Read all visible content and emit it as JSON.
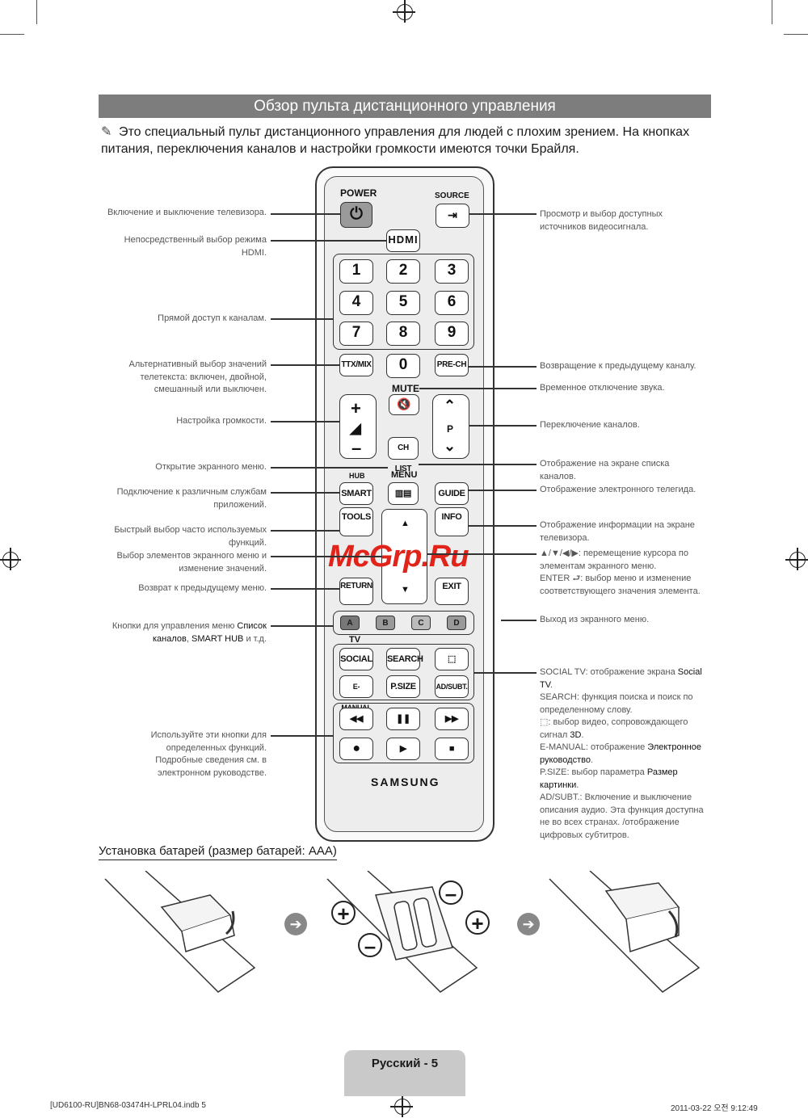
{
  "title": "Обзор пульта дистанционного управления",
  "note": "Это специальный пульт дистанционного управления для людей с плохим зрением. На кнопках питания, переключения каналов и настройки громкости имеются точки Брайля.",
  "left_labels": {
    "power": "Включение и выключение телевизора.",
    "hdmi": "Непосредственный выбор режима HDMI.",
    "channels": "Прямой доступ к каналам.",
    "ttx": "Альтернативный выбор значений телетекста: включен, двойной, смешанный или выключен.",
    "volume": "Настройка громкости.",
    "menu": "Открытие экранного меню.",
    "smart": "Подключение к различным службам приложений.",
    "tools": "Быстрый выбор часто используемых функций.",
    "select": "Выбор элементов экранного меню и изменение значений.",
    "return": "Возврат к предыдущему меню.",
    "color_pre": "Кнопки для управления меню ",
    "color_b1": "Список каналов",
    "color_mid": ", ",
    "color_b2": "SMART HUB",
    "color_post": " и т.д.",
    "media": "Используйте эти кнопки для определенных функций. Подробные сведения см. в электронном руководстве."
  },
  "right_labels": {
    "source": "Просмотр и выбор доступных источников видеосигнала.",
    "prech": "Возвращение к предыдущему каналу.",
    "mute": "Временное отключение звука.",
    "chsw": "Переключение каналов.",
    "chlist": "Отображение на экране списка каналов.",
    "guide": "Отображение электронного телегида.",
    "info": "Отображение информации на экране телевизора.",
    "nav1": "▲/▼/◀/▶: перемещение курсора по элементам экранного меню.",
    "nav2": "ENTER ⮐: выбор меню и изменение соответствующего значения элемента.",
    "exit": "Выход из экранного меню.",
    "social_k": "SOCIAL TV",
    "social_t": ": отображение экрана ",
    "social_b": "Social TV",
    "search_k": "SEARCH",
    "search_t": ": функция поиска и поиск по определенному слову.",
    "video3d_t": ": выбор видео, сопровождающего сигнал ",
    "video3d_b": "3D",
    "emanual_k": "E-MANUAL",
    "emanual_t": ": отображение ",
    "emanual_b": "Электронное руководство",
    "psize_k": "P.SIZE",
    "psize_t": ": выбор параметра ",
    "psize_b": "Размер картинки",
    "adsubt_k": "AD/SUBT.",
    "adsubt_t": ": Включение и выключение описания аудио. Эта функция доступна не во всех странах. /отображение цифровых субтитров."
  },
  "remote": {
    "power": "POWER",
    "source": "SOURCE",
    "hdmi": "HDMI",
    "digits": [
      "1",
      "2",
      "3",
      "4",
      "5",
      "6",
      "7",
      "8",
      "9",
      "0"
    ],
    "ttx": "TTX/MIX",
    "prech": "PRE-CH",
    "mute": "MUTE",
    "chlist": "CH LIST",
    "p": "P",
    "hub": "HUB",
    "menu": "MENU",
    "smart": "SMART",
    "guide": "GUIDE",
    "tools": "TOOLS",
    "info": "INFO",
    "return": "RETURN",
    "exit": "EXIT",
    "colors": [
      "A",
      "B",
      "C",
      "D"
    ],
    "tv": "TV",
    "social": "SOCIAL",
    "search": "SEARCH",
    "emanual": "E-MANUAL",
    "psize": "P.SIZE",
    "adsubt": "AD/SUBT.",
    "brand": "SAMSUNG"
  },
  "batteries_title": "Установка батарей (размер батарей: AAA)",
  "page_footer": "Русский - 5",
  "file_info": "[UD6100-RU]BN68-03474H-LPRL04.indb   5",
  "date_info": "2011-03-22   오전 9:12:49",
  "watermark": "McGrp.Ru",
  "colors": {
    "title_bar": "#7d7d7d",
    "watermark": "#e2231a"
  }
}
